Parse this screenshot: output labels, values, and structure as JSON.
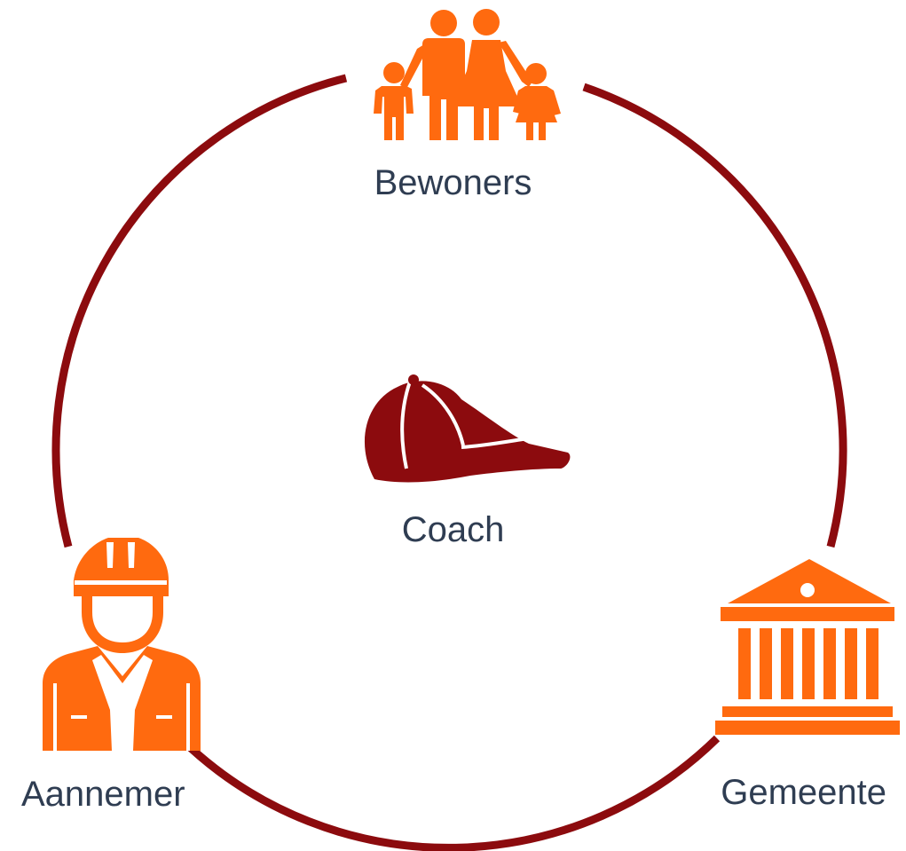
{
  "diagram": {
    "colors": {
      "ring": "#8c0b0e",
      "stakeholder_icon": "#ff6a0f",
      "center_icon": "#8c0b0e",
      "label_text": "#2f3d52"
    },
    "center": {
      "label": "Coach",
      "icon": "baseball-cap-icon"
    },
    "nodes": [
      {
        "id": "bewoners",
        "label": "Bewoners",
        "icon": "family-icon"
      },
      {
        "id": "aannemer",
        "label": "Aannemer",
        "icon": "construction-worker-icon"
      },
      {
        "id": "gemeente",
        "label": "Gemeente",
        "icon": "town-hall-icon"
      }
    ]
  }
}
